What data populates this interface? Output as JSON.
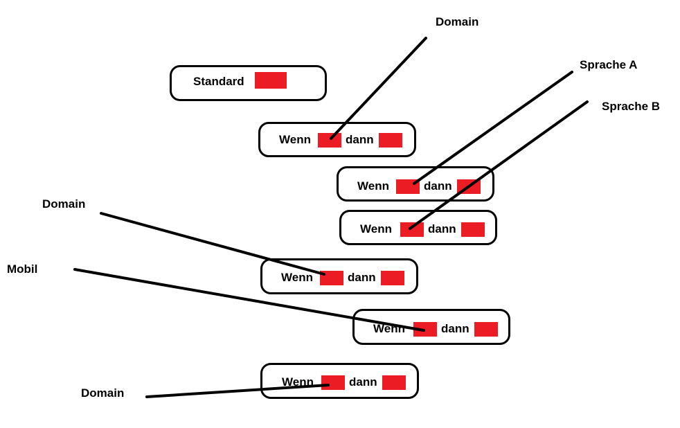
{
  "colors": {
    "slot": "#ec1c24",
    "border": "#000000",
    "background": "#ffffff"
  },
  "rules": {
    "standard": "Standard",
    "if_word": "Wenn",
    "then_word": "dann"
  },
  "labels": {
    "domain_top": "Domain",
    "sprache_a": "Sprache  A",
    "sprache_b": "Sprache B",
    "domain_mid": "Domain",
    "mobil": "Mobil",
    "domain_bottom": "Domain"
  }
}
